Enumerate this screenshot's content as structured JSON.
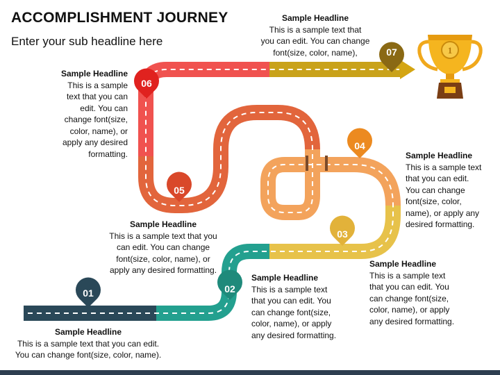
{
  "title": "ACCOMPLISHMENT JOURNEY",
  "subtitle": "Enter your sub headline here",
  "colors": {
    "step01": "#2a4858",
    "step02": "#23a08f",
    "step03": "#e7c24a",
    "step04": "#f3a35c",
    "step05": "#e2653c",
    "step06": "#f0524f",
    "step07": "#c9a21a",
    "arrow": "#d4a512",
    "marker01": "#2a4858",
    "marker02": "#1f8a7b",
    "marker03": "#e2b23a",
    "marker04": "#ec8a20",
    "marker05": "#d9482a",
    "marker06": "#e0221f",
    "marker07": "#8a6914"
  },
  "trophy": {
    "icon": "trophy-icon",
    "number": "1"
  },
  "steps": [
    {
      "num": "01",
      "headline": "Sample Headline",
      "text": "This is a sample text that you can edit.\nYou can change font(size, color, name)."
    },
    {
      "num": "02",
      "headline": "Sample Headline",
      "text": "This is a sample text\nthat you can edit. You\ncan change font(size,\ncolor, name), or apply\nany desired formatting."
    },
    {
      "num": "03",
      "headline": "Sample Headline",
      "text": "This is a sample text\nthat you can edit. You\ncan change font(size,\ncolor, name), or apply\nany desired formatting."
    },
    {
      "num": "04",
      "headline": "Sample Headline",
      "text": "This is a sample text\nthat you can edit.\nYou can change\nfont(size, color,\nname), or apply any\ndesired formatting."
    },
    {
      "num": "05",
      "headline": "Sample Headline",
      "text": "This is a sample text that you\ncan edit. You can change\nfont(size, color, name), or\napply any desired formatting."
    },
    {
      "num": "06",
      "headline": "Sample Headline",
      "text": "This is a sample\ntext that you can\nedit. You can\nchange font(size,\ncolor, name), or\napply any desired\nformatting."
    },
    {
      "num": "07",
      "headline": "Sample Headline",
      "text": "This is a sample text that\nyou can edit. You can change\nfont(size, color, name),"
    }
  ]
}
